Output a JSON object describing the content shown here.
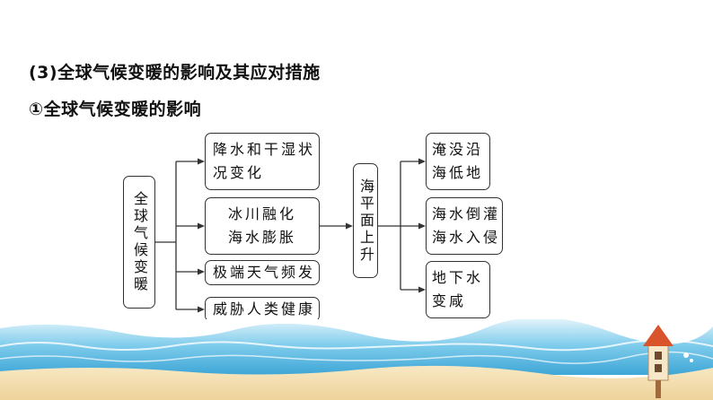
{
  "headings": {
    "section": "(3)全球气候变暖的影响及其应对措施",
    "subsection": "①全球气候变暖的影响"
  },
  "diagram": {
    "root": "全球气候变暖",
    "effects": [
      {
        "lines": [
          "降水和干湿状",
          "况变化"
        ]
      },
      {
        "lines": [
          "冰川融化",
          "海水膨胀"
        ]
      },
      {
        "lines": [
          "极端天气频发"
        ]
      },
      {
        "lines": [
          "威胁人类健康"
        ]
      }
    ],
    "middle": "海平面上升",
    "consequences": [
      {
        "lines": [
          "淹没沿",
          "海低地"
        ]
      },
      {
        "lines": [
          "海水倒灌",
          "海水入侵"
        ]
      },
      {
        "lines": [
          "地下水",
          "变咸"
        ]
      }
    ]
  },
  "colors": {
    "border": "#333333",
    "sea": "#5bb8e0",
    "sand": "#f3dfb0",
    "house_roof": "#d9542b"
  }
}
